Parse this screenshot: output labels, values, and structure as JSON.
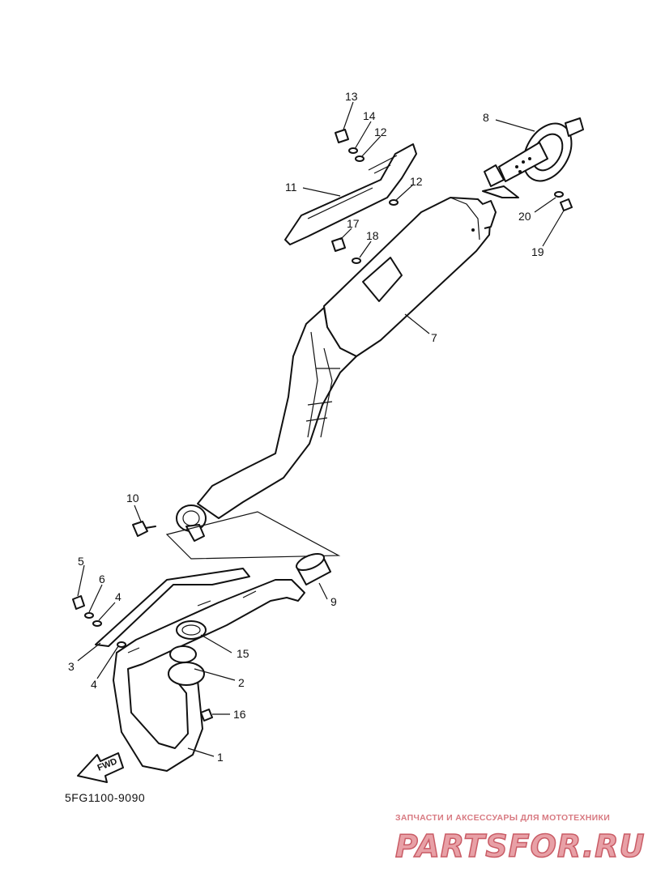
{
  "diagram_code": "5FG1100-9090",
  "fwd_label": "FWD",
  "callouts": {
    "c1": "1",
    "c2": "2",
    "c3": "3",
    "c4a": "4",
    "c4b": "4",
    "c5": "5",
    "c6": "6",
    "c7": "7",
    "c8": "8",
    "c9": "9",
    "c10": "10",
    "c11": "11",
    "c12a": "12",
    "c12b": "12",
    "c13": "13",
    "c14": "14",
    "c15": "15",
    "c16": "16",
    "c17": "17",
    "c18": "18",
    "c19": "19",
    "c20": "20"
  },
  "watermark": {
    "caption": "ЗАПЧАСТИ И АКСЕССУАРЫ ДЛЯ МОТОТЕХНИКИ",
    "logo_text": "PARTSFOR.RU",
    "color": "#d87a82"
  }
}
